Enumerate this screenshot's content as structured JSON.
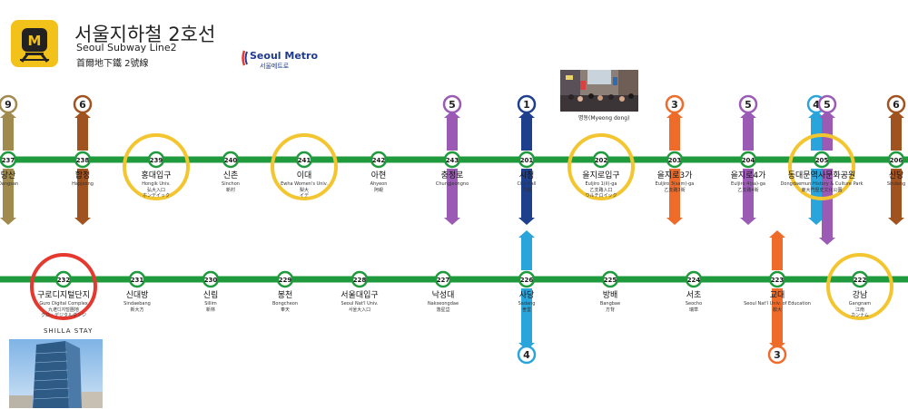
{
  "header": {
    "title_ko": "서울지하철  2호선",
    "title_en": "Seoul  Subway  Line2",
    "title_cn": "首爾地下鐵  2號線",
    "logo_letter": "M",
    "metro_logo_en": "Seoul Metro",
    "metro_logo_ko": "서울메트로"
  },
  "colors": {
    "line2": "#1f9a3c",
    "line1": "#1d3f8c",
    "line3": "#ef6b2a",
    "line4": "#2aa5db",
    "line5": "#9b5bb5",
    "line6": "#a0521f",
    "line9": "#a08a4e",
    "highlight_yellow": "#f3c631",
    "highlight_red": "#e5382f",
    "logo_yellow": "#f2c21a"
  },
  "photos": {
    "myeongdong_caption": "명동(Myeong dong)",
    "shilla_label": "SHILLA STAY"
  },
  "top_row": [
    {
      "code": "237",
      "ko": "당산",
      "en": "Dangsan",
      "transfer": [
        "9"
      ]
    },
    {
      "code": "238",
      "ko": "합정",
      "en": "Hapjeong",
      "transfer": [
        "6"
      ]
    },
    {
      "code": "239",
      "ko": "홍대입구",
      "en": "Hongik Univ.",
      "sub": "弘大入口",
      "kana": "ホンデイック",
      "highlight": "yellow"
    },
    {
      "code": "240",
      "ko": "신촌",
      "en": "Sinchon",
      "sub": "新村",
      "transfer": []
    },
    {
      "code": "241",
      "ko": "이대",
      "en": "Ewha Women's Univ.",
      "sub": "梨大",
      "kana": "イデ",
      "highlight": "yellow"
    },
    {
      "code": "242",
      "ko": "아현",
      "en": "Ahyeon",
      "sub": "阿峴",
      "transfer": []
    },
    {
      "code": "243",
      "ko": "충정로",
      "en": "Chungjeongno",
      "transfer": [
        "5"
      ]
    },
    {
      "code": "201",
      "ko": "시청",
      "en": "City Hall",
      "sub": "市廳",
      "transfer": [
        "1"
      ]
    },
    {
      "code": "202",
      "ko": "을지로입구",
      "en": "Euljiro 1(il)-ga",
      "sub": "乙支路入口",
      "kana": "ウルチロイック",
      "highlight": "yellow"
    },
    {
      "code": "203",
      "ko": "을지로3가",
      "en": "Euljiro 3(sam)-ga",
      "sub": "乙支路3街",
      "transfer": [
        "3"
      ]
    },
    {
      "code": "204",
      "ko": "을지로4가",
      "en": "Euljiro 4(sa)-ga",
      "sub": "乙支路4街",
      "transfer": [
        "5"
      ]
    },
    {
      "code": "205",
      "ko": "동대문역사문화공원",
      "en": "Dongdaemun History & Culture Park",
      "sub": "東大門歷史文化公園",
      "highlight": "yellow",
      "transfer": [
        "4",
        "5"
      ]
    },
    {
      "code": "206",
      "ko": "신당",
      "en": "Sindang",
      "transfer": [
        "6"
      ]
    }
  ],
  "bottom_row": [
    {
      "code": "232",
      "ko": "구로디지털단지",
      "en": "Guro Digital Complex",
      "sub": "九老디지털團地",
      "kana": "クロ・デジタルダンジ",
      "highlight": "red"
    },
    {
      "code": "231",
      "ko": "신대방",
      "en": "Sindaebang",
      "sub": "新大方"
    },
    {
      "code": "230",
      "ko": "신림",
      "en": "Sillim",
      "sub": "新林"
    },
    {
      "code": "229",
      "ko": "봉천",
      "en": "Bongcheon",
      "sub": "奉天"
    },
    {
      "code": "228",
      "ko": "서울대입구",
      "en": "Seoul Nat'l Univ.",
      "sub": "서울大入口"
    },
    {
      "code": "227",
      "ko": "낙성대",
      "en": "Nakseongdae",
      "sub": "落星垈"
    },
    {
      "code": "226",
      "ko": "사당",
      "en": "Sadang",
      "sub": "舍堂",
      "transfer": [
        "4"
      ]
    },
    {
      "code": "225",
      "ko": "방배",
      "en": "Bangbae",
      "sub": "方背"
    },
    {
      "code": "224",
      "ko": "서초",
      "en": "Seocho",
      "sub": "瑞草"
    },
    {
      "code": "223",
      "ko": "교대",
      "en": "Seoul Nat'l Univ. of Education",
      "sub": "敎大",
      "transfer": [
        "3"
      ]
    },
    {
      "code": "222",
      "ko": "강남",
      "en": "Gangnam",
      "sub": "江南",
      "kana": "カンナム",
      "highlight": "yellow"
    }
  ]
}
